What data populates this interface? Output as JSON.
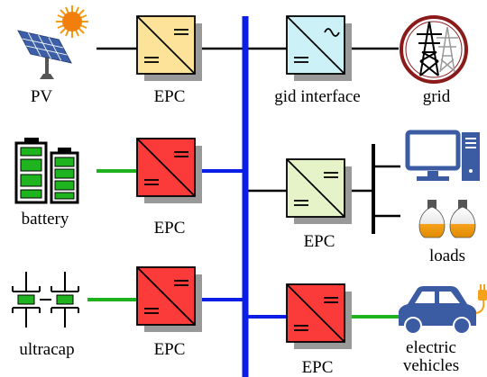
{
  "labels": {
    "pv": "PV",
    "epc_pv": "EPC",
    "grid_interface": "gid interface",
    "grid": "grid",
    "battery": "battery",
    "epc_battery": "EPC",
    "epc_loads": "EPC",
    "loads": "loads",
    "ultracap": "ultracap",
    "epc_ultracap": "EPC",
    "epc_ev": "EPC",
    "ev_line1": "electric",
    "ev_line2": "vehicles"
  },
  "colors": {
    "bus": "#0a1ee6",
    "green_link": "#1fb21f",
    "black_link": "#000000",
    "converter_pv": "#fde39a",
    "converter_red": "#fb3a3a",
    "converter_grid": "#ccf2f8",
    "converter_loads": "#e6f3c9",
    "shadow": "#999999",
    "device_blue": "#3b5ba3",
    "cell_green": "#1fb31f",
    "bulb_orange": "#f5a21b",
    "grid_ring": "#8b1a1a"
  },
  "icons": {
    "pv": "solar-panel-sun-icon",
    "grid": "transmission-tower-icon",
    "battery": "battery-icon",
    "ultracap": "capacitor-icon",
    "loads_pc": "desktop-computer-icon",
    "loads_bulbs": "light-bulb-icon",
    "ev": "electric-car-icon"
  }
}
